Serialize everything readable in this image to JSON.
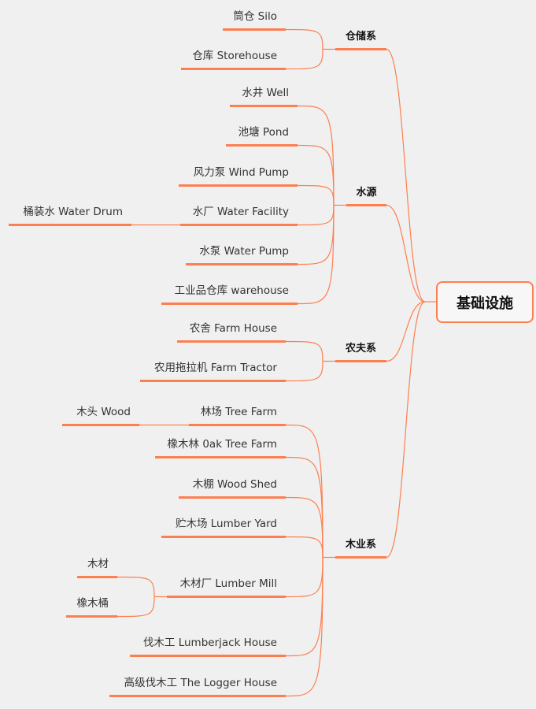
{
  "root": {
    "label": "基础设施"
  },
  "branches": [
    {
      "label": "仓储系",
      "children": [
        {
          "label": "筒仓 Silo"
        },
        {
          "label": "仓库 Storehouse"
        }
      ]
    },
    {
      "label": "水源",
      "children": [
        {
          "label": "水井 Well"
        },
        {
          "label": "池塘 Pond"
        },
        {
          "label": "风力泵 Wind Pump"
        },
        {
          "label": "水厂 Water Facility",
          "children": [
            {
              "label": "桶装水 Water Drum"
            }
          ]
        },
        {
          "label": "水泵 Water Pump"
        },
        {
          "label": "工业品仓库 warehouse"
        }
      ]
    },
    {
      "label": "农夫系",
      "children": [
        {
          "label": "农舍 Farm House"
        },
        {
          "label": "农用拖拉机 Farm Tractor"
        }
      ]
    },
    {
      "label": "木业系",
      "children": [
        {
          "label": "林场 Tree Farm",
          "children": [
            {
              "label": "木头 Wood"
            }
          ]
        },
        {
          "label": "橡木林 0ak Tree Farm"
        },
        {
          "label": "木棚 Wood Shed"
        },
        {
          "label": "贮木场 Lumber Yard"
        },
        {
          "label": "木材厂 Lumber Mill",
          "children": [
            {
              "label": "木材"
            },
            {
              "label": "橡木桶"
            }
          ]
        },
        {
          "label": "伐木工 Lumberjack House"
        },
        {
          "label": "高级伐木工 The Logger House"
        }
      ]
    }
  ],
  "colors": {
    "accent": "#fd7f4f",
    "background": "#f0f0f0"
  }
}
